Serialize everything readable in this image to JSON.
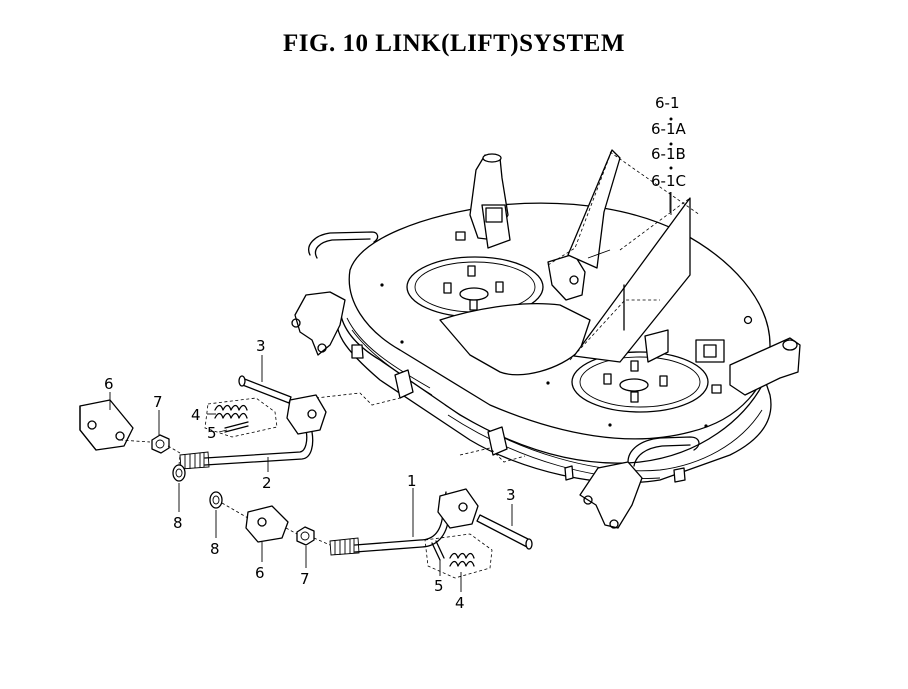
{
  "title": "FIG. 10  LINK(LIFT)SYSTEM",
  "callouts": {
    "c1": "1",
    "c2": "2",
    "c3a": "3",
    "c3b": "3",
    "c4a": "4",
    "c4b": "4",
    "c5a": "5",
    "c5b": "5",
    "c6a": "6",
    "c6b": "6",
    "c7a": "7",
    "c7b": "7",
    "c8a": "8",
    "c8b": "8",
    "c61": "6-1",
    "c61a": "6-1A",
    "c61b": "6-1B",
    "c61c": "6-1C"
  }
}
